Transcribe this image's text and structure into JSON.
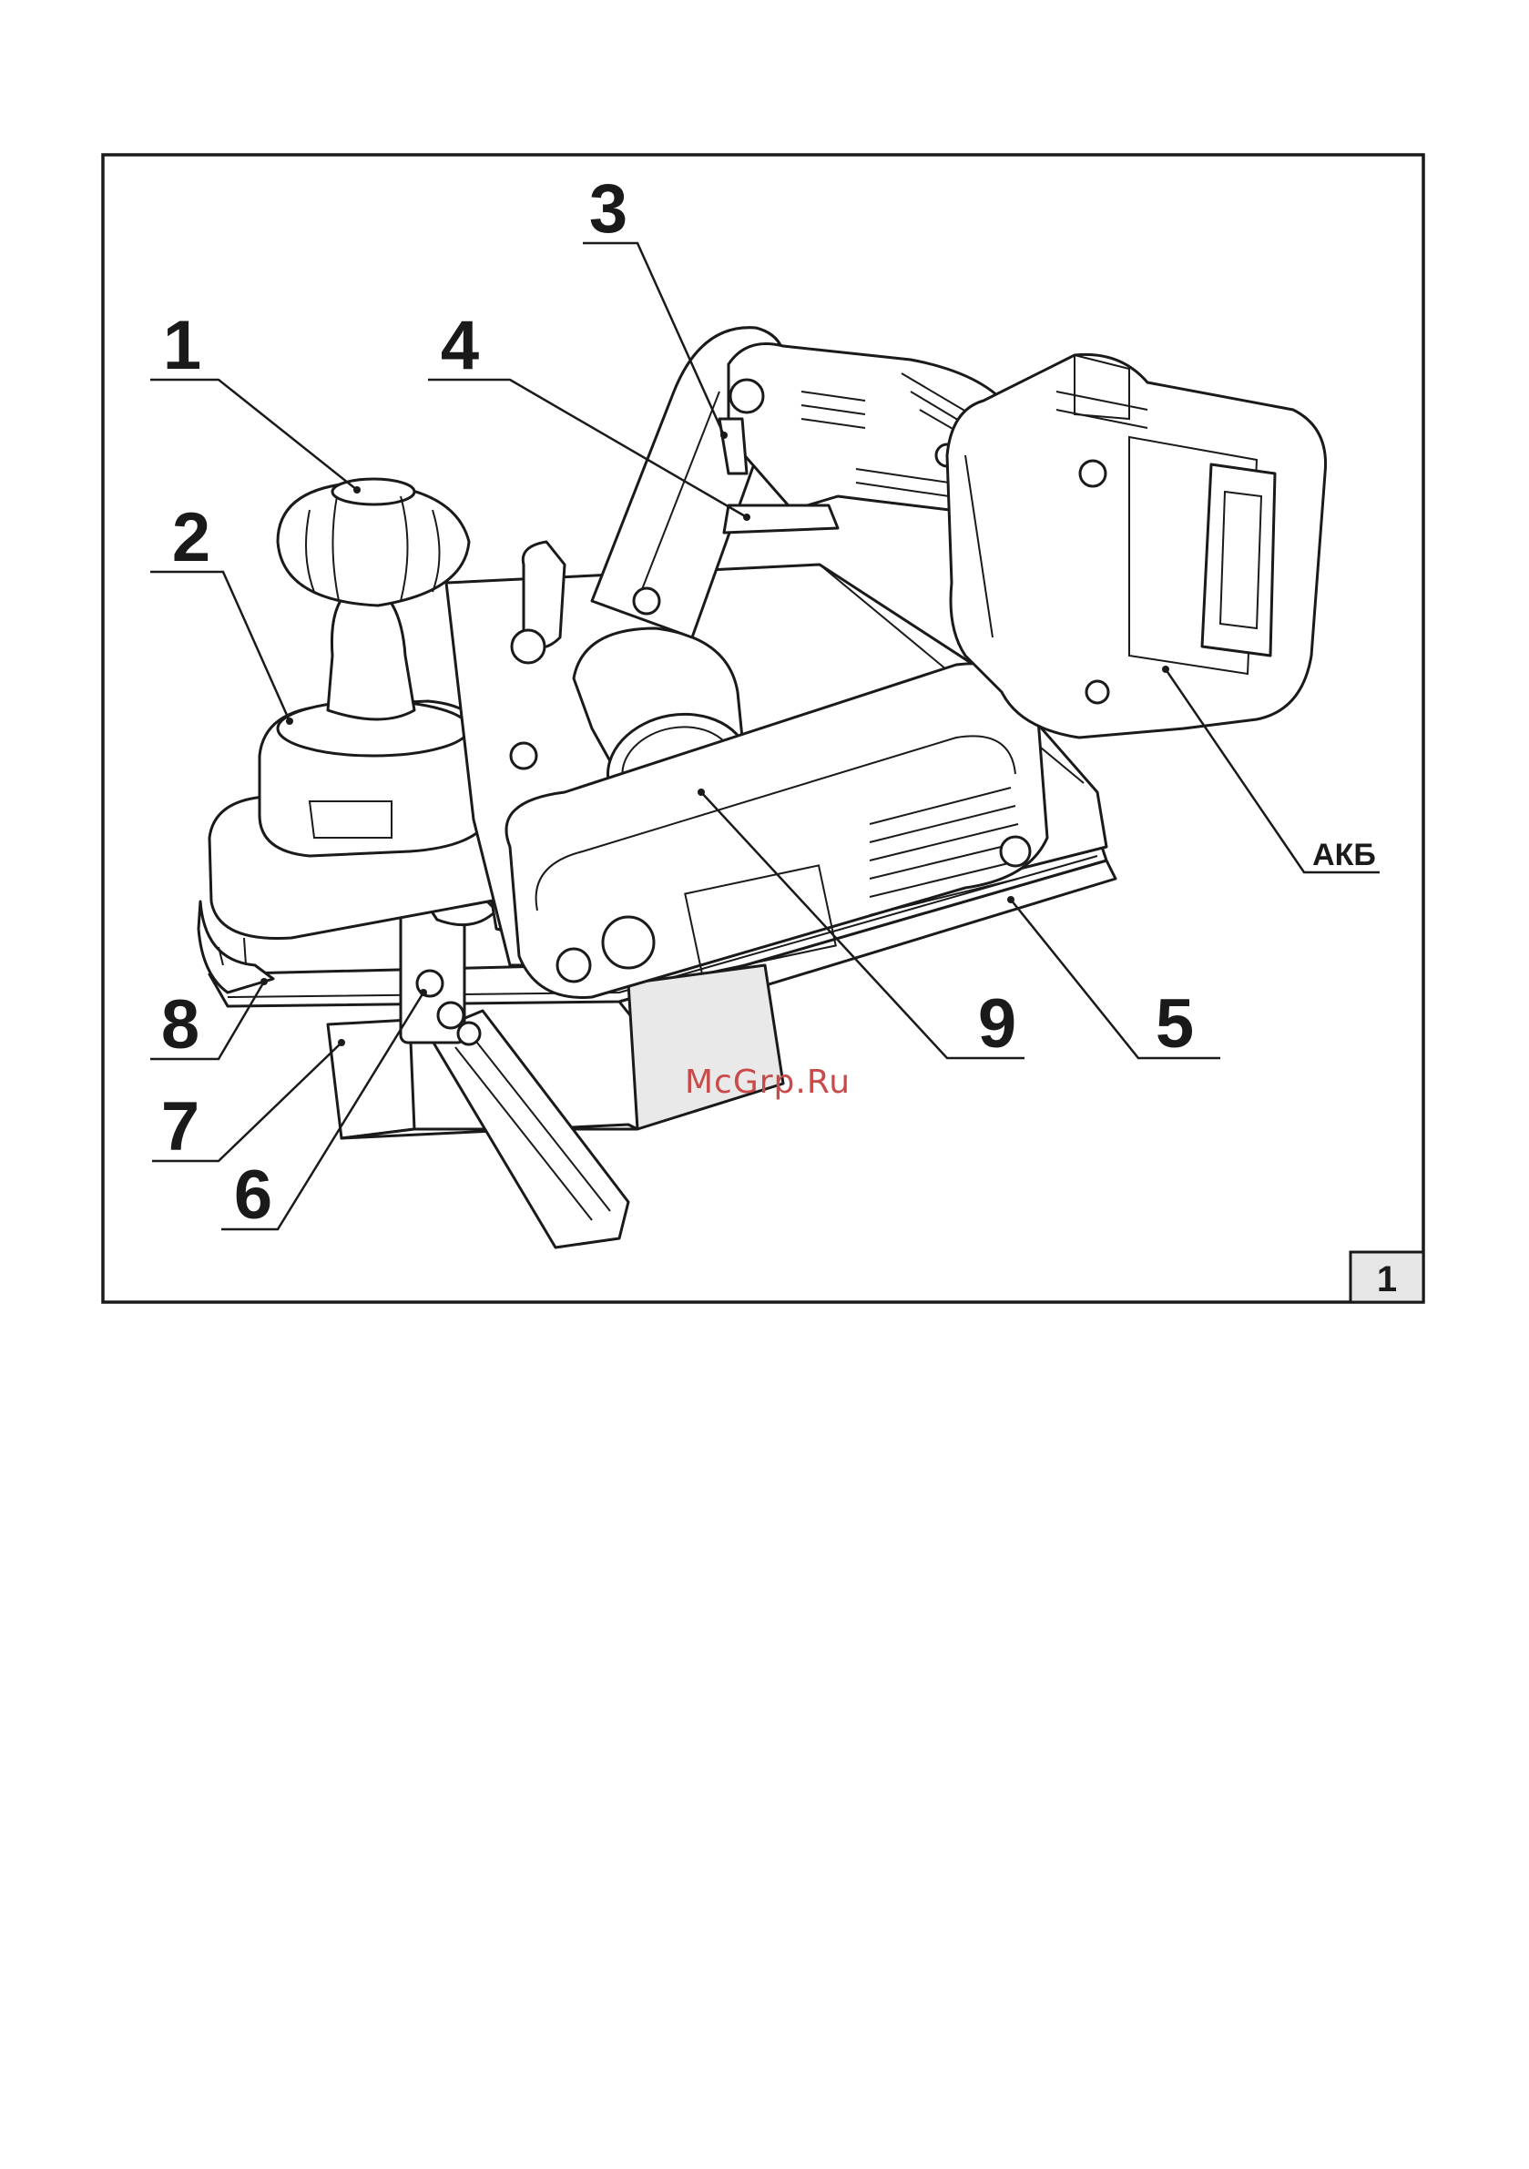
{
  "callouts": [
    {
      "id": "1",
      "label": "1"
    },
    {
      "id": "2",
      "label": "2"
    },
    {
      "id": "3",
      "label": "3"
    },
    {
      "id": "4",
      "label": "4"
    },
    {
      "id": "5",
      "label": "5"
    },
    {
      "id": "6",
      "label": "6"
    },
    {
      "id": "7",
      "label": "7"
    },
    {
      "id": "8",
      "label": "8"
    },
    {
      "id": "9",
      "label": "9"
    },
    {
      "id": "akb",
      "label": "АКБ"
    }
  ],
  "figure_number": "1",
  "watermark": "McGrp.Ru"
}
